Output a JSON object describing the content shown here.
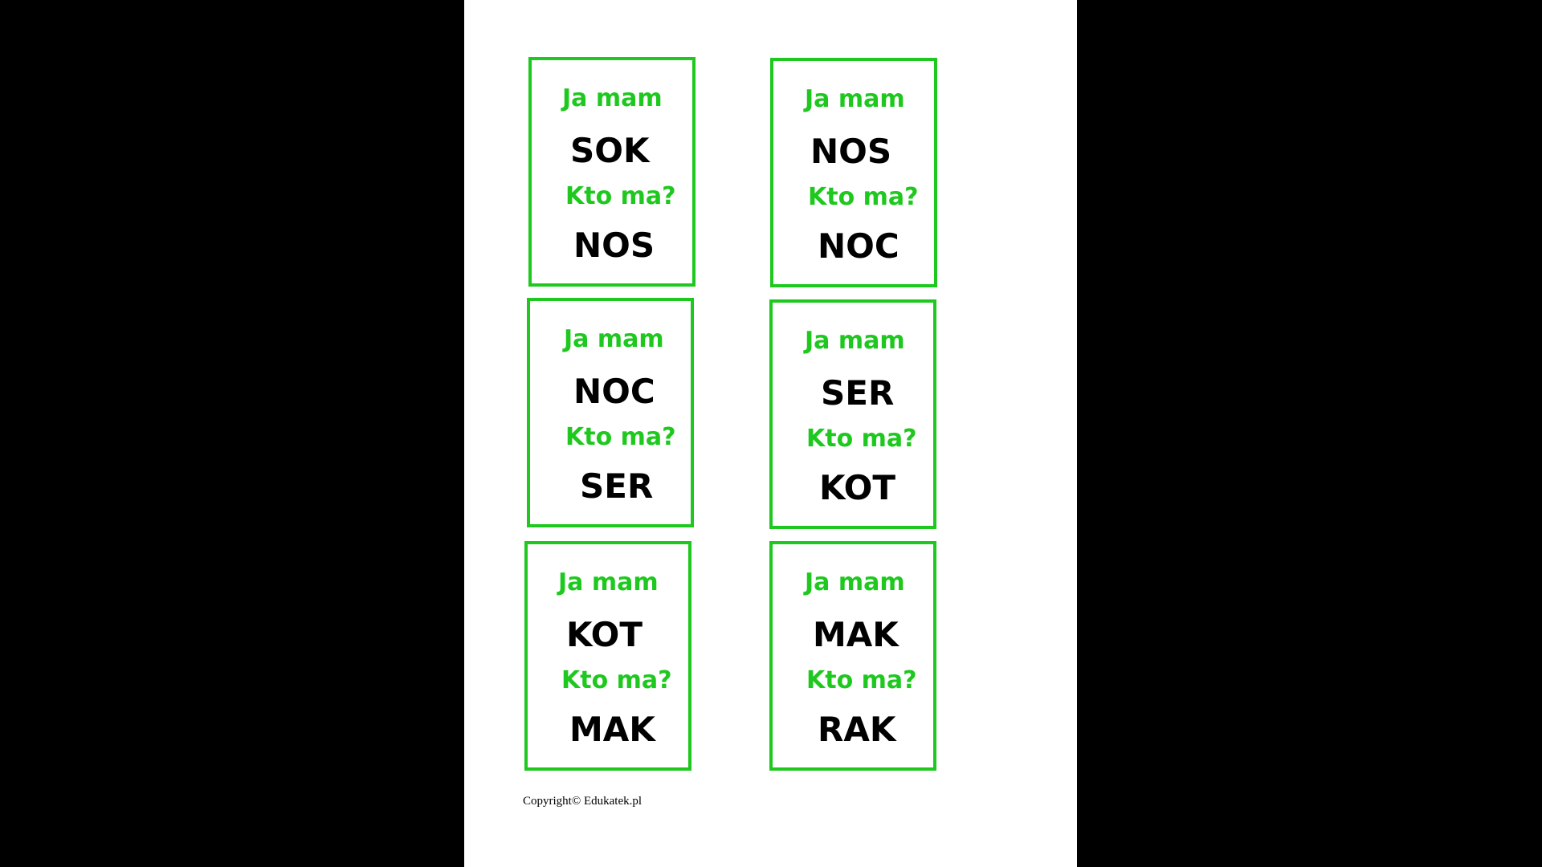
{
  "cards": [
    {
      "ja_label": "Ja mam",
      "word": "SOK",
      "kto_label": "Kto ma?",
      "next_word": "NOS"
    },
    {
      "ja_label": "Ja mam",
      "word": "NOS",
      "kto_label": "Kto ma?",
      "next_word": "NOC"
    },
    {
      "ja_label": "Ja mam",
      "word": "NOC",
      "kto_label": "Kto ma?",
      "next_word": "SER"
    },
    {
      "ja_label": "Ja mam",
      "word": "SER",
      "kto_label": "Kto ma?",
      "next_word": "KOT"
    },
    {
      "ja_label": "Ja mam",
      "word": "KOT",
      "kto_label": "Kto ma?",
      "next_word": "MAK"
    },
    {
      "ja_label": "Ja mam",
      "word": "MAK",
      "kto_label": "Kto ma?",
      "next_word": "RAK"
    }
  ],
  "footer": {
    "copyright": "Copyright© Edukatek.pl"
  },
  "colors": {
    "accent": "#1ec81e",
    "text": "#000000",
    "background": "#000000",
    "page": "#ffffff"
  }
}
